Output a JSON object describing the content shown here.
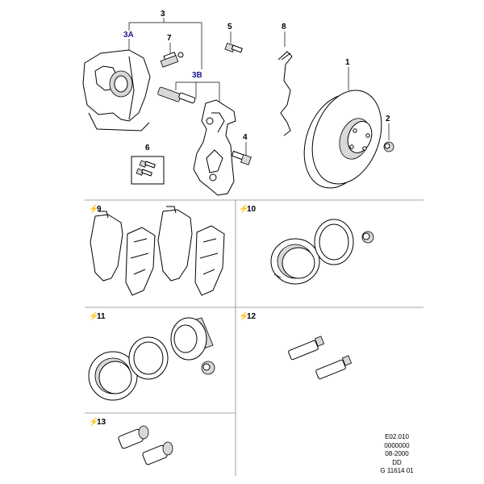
{
  "callouts": {
    "c1": "1",
    "c2": "2",
    "c3": "3",
    "c3a": "3A",
    "c3b": "3B",
    "c4": "4",
    "c5": "5",
    "c6": "6",
    "c7": "7",
    "c8": "8"
  },
  "panels": {
    "p9": "9",
    "p10": "10",
    "p11": "11",
    "p12": "12",
    "p13": "13"
  },
  "footer": {
    "line1": "E02.010",
    "line2": "0000000",
    "line3": "08-2000",
    "line4": "DD",
    "line5": "G 11614 01"
  },
  "colors": {
    "callout_blue": "#1a1a8c",
    "marker_red": "#d42020"
  },
  "icons": {
    "panel_marker": "lightning-bolt-icon"
  }
}
